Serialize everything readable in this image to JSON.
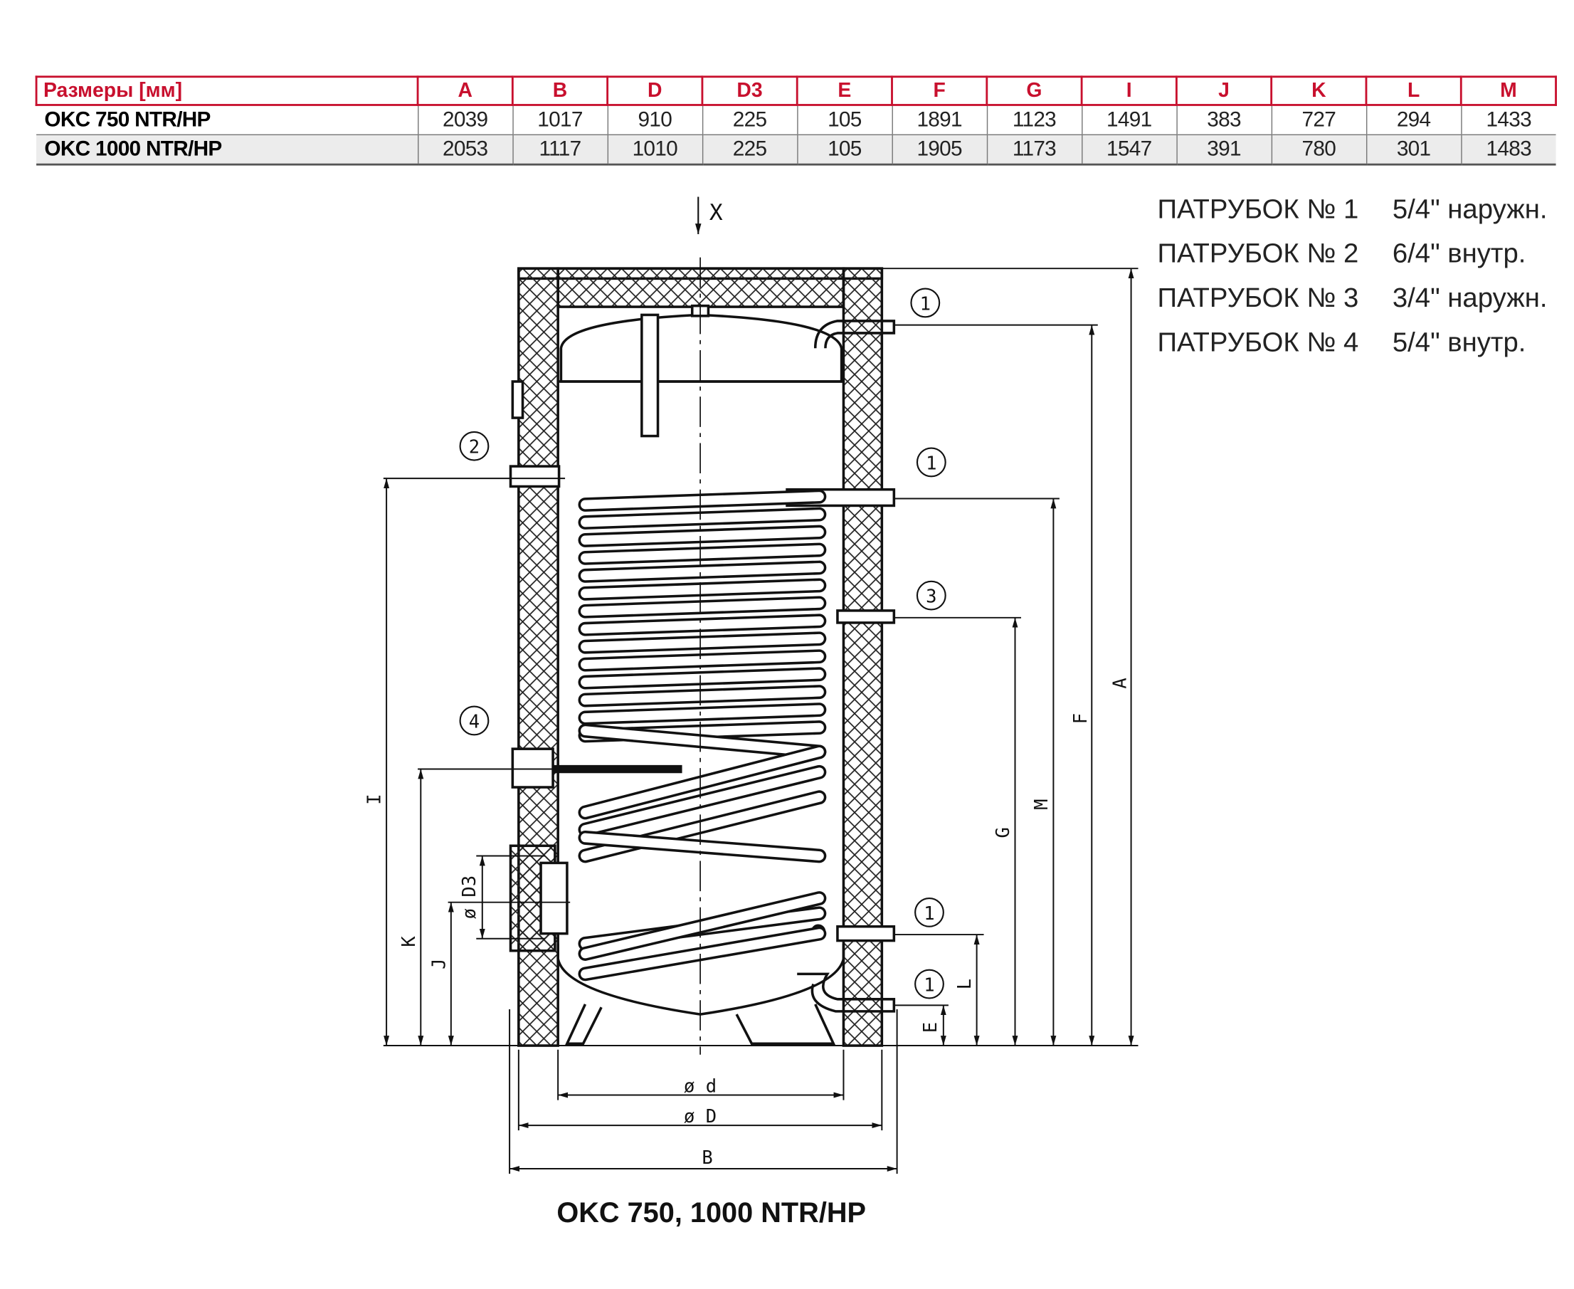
{
  "table": {
    "header_label": "Размеры [мм]",
    "columns": [
      "A",
      "B",
      "D",
      "D3",
      "E",
      "F",
      "G",
      "I",
      "J",
      "K",
      "L",
      "M"
    ],
    "rows": [
      {
        "model": "OKC 750 NTR/HP",
        "values": [
          "2039",
          "1017",
          "910",
          "225",
          "105",
          "1891",
          "1123",
          "1491",
          "383",
          "727",
          "294",
          "1433"
        ]
      },
      {
        "model": "OKC 1000 NTR/HP",
        "values": [
          "2053",
          "1117",
          "1010",
          "225",
          "105",
          "1905",
          "1173",
          "1547",
          "391",
          "780",
          "301",
          "1483"
        ]
      }
    ]
  },
  "legend": [
    {
      "label": "ПАТРУБОК № 1",
      "value": "5/4\" наружн."
    },
    {
      "label": "ПАТРУБОК № 2",
      "value": "6/4\" внутр."
    },
    {
      "label": "ПАТРУБОК № 3",
      "value": "3/4\" наружн."
    },
    {
      "label": "ПАТРУБОК № 4",
      "value": "5/4\" внутр."
    }
  ],
  "drawing": {
    "axis_label": "X",
    "dims": {
      "A": "A",
      "F": "F",
      "M": "M",
      "G": "G",
      "L": "L",
      "E": "E",
      "I": "I",
      "K": "K",
      "J": "J",
      "D3": "ø D3",
      "d": "ø d",
      "D": "ø D",
      "B": "B"
    },
    "nozzles": [
      "1",
      "2",
      "1",
      "3",
      "4",
      "1",
      "1"
    ]
  },
  "caption": "OKC 750, 1000 NTR/HP",
  "colors": {
    "accent": "#c8102e"
  }
}
